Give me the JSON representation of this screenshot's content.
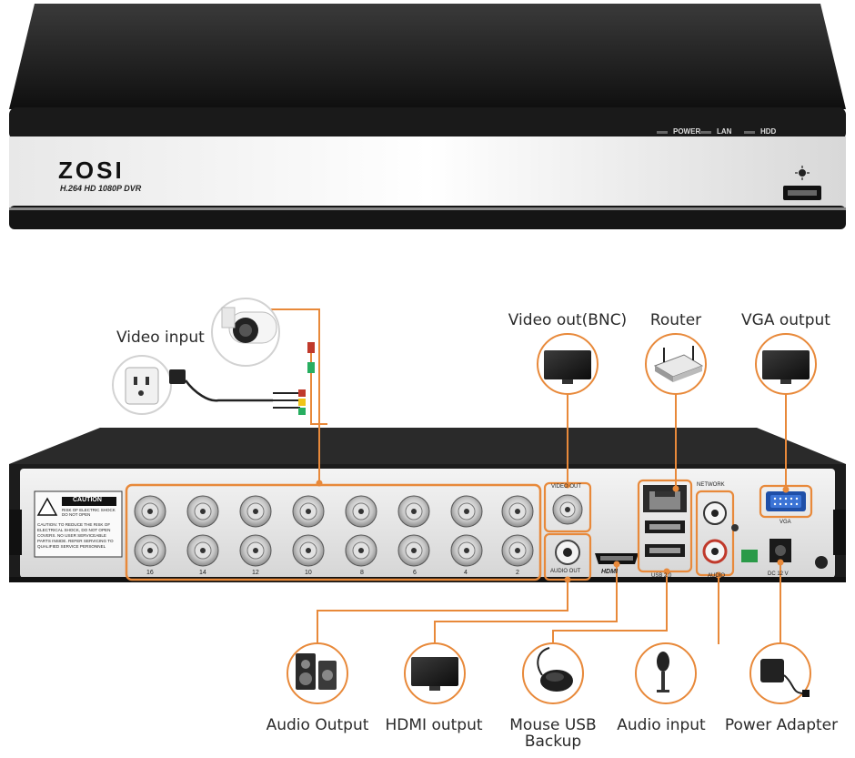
{
  "front": {
    "brand": "ZOSI",
    "model_tag": "H.264 HD 1080P DVR",
    "leds": [
      "POWER",
      "LAN",
      "HDD"
    ]
  },
  "rear": {
    "caution_title": "CAUTION",
    "caution_subtitle": "RISK OF ELECTRIC SHOCK DO NOT OPEN",
    "caution_text": "CAUTION: TO REDUCE THE RISK OF ELECTRICAL SHOCK, DO NOT OPEN COVERS. NO USER SERVICEABLE PARTS INSIDE. REFER SERVICING TO QUALIFIED SERVICE PERSONNEL",
    "channel_numbers": [
      "16",
      "14",
      "12",
      "10",
      "8",
      "6",
      "4",
      "2"
    ],
    "video_out": "VIDEO OUT",
    "audio_out": "AUDIO OUT",
    "hdmi": "HDMI",
    "network": "NETWORK",
    "usb": "USB 2.0",
    "audio_in": "AUDIO",
    "vga": "VGA",
    "dc": "DC 12 V"
  },
  "callouts": {
    "video_input": "Video input",
    "video_out_bnc": "Video out(BNC)",
    "router": "Router",
    "vga_output": "VGA output",
    "audio_output": "Audio Output",
    "hdmi_output": "HDMI output",
    "mouse_usb_backup": "Mouse USB Backup",
    "audio_input": "Audio input",
    "power_adapter": "Power Adapter"
  },
  "colors": {
    "accent": "#e8893a",
    "chassis": "#1c1c1c",
    "panel": "#e9e9e9"
  }
}
